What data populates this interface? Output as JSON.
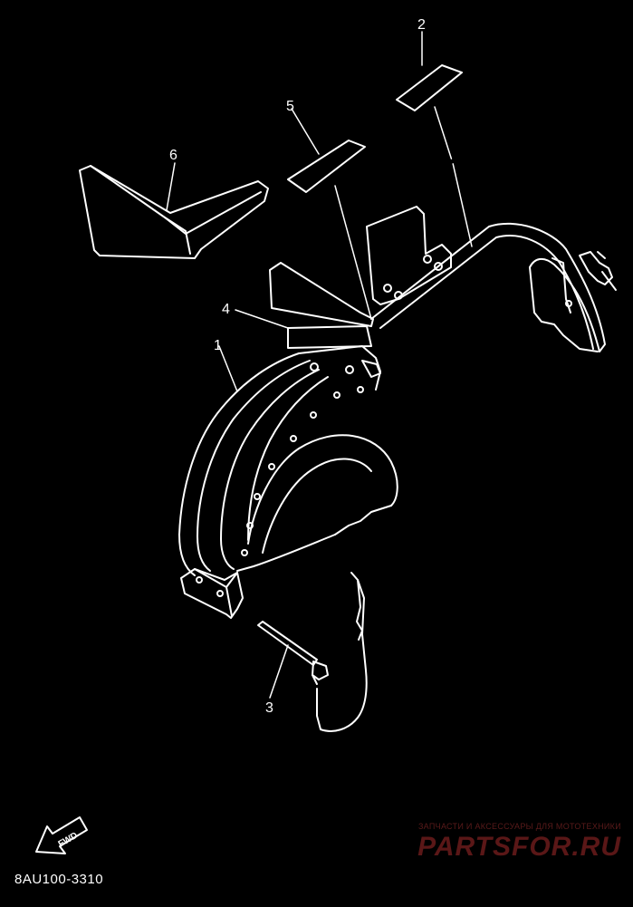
{
  "diagram": {
    "callouts": [
      {
        "id": "1",
        "text": "1"
      },
      {
        "id": "2",
        "text": "2"
      },
      {
        "id": "3",
        "text": "3"
      },
      {
        "id": "4",
        "text": "4"
      },
      {
        "id": "5",
        "text": "5"
      },
      {
        "id": "6",
        "text": "6"
      }
    ],
    "fwd_label": "FWD",
    "part_code": "8AU100-3310"
  },
  "watermark": {
    "subtitle": "ЗАПЧАСТИ И АКСЕССУАРЫ ДЛЯ МОТОТЕХНИКИ",
    "brand": "PARTSFOR.RU"
  },
  "colors": {
    "background": "#000000",
    "line": "#ffffff",
    "watermark": "#5a1717"
  }
}
